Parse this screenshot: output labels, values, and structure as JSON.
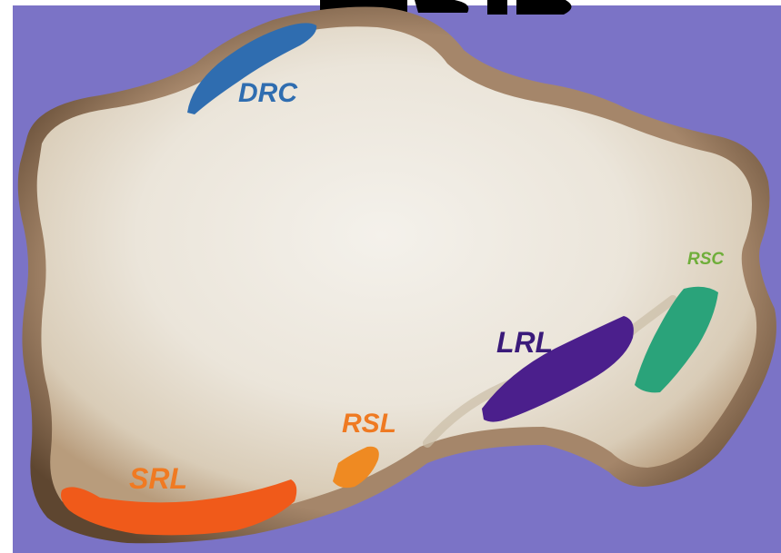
{
  "colors": {
    "frame": "#ffffff",
    "background": "#7b73c6",
    "bone_fill": "#e8e2d6",
    "bone_highlight": "#f3f0ea",
    "bone_rim": "#8a6d50",
    "dark_text": "#000000"
  },
  "header": {
    "partial_text": ""
  },
  "ligaments": {
    "drc": {
      "label": "DRC",
      "color": "#2f6db0",
      "label_color": "#2f6db0"
    },
    "rsc": {
      "label": "RSC",
      "color": "#2aa37a",
      "label_color": "#6fae3a"
    },
    "lrl": {
      "label": "LRL",
      "color": "#4b1f8c",
      "label_color": "#3a1a7a"
    },
    "rsl": {
      "label": "RSL",
      "color": "#ef8a22",
      "label_color": "#ef7a22"
    },
    "srl": {
      "label": "SRL",
      "color": "#f05a1a",
      "label_color": "#f07a22"
    }
  }
}
